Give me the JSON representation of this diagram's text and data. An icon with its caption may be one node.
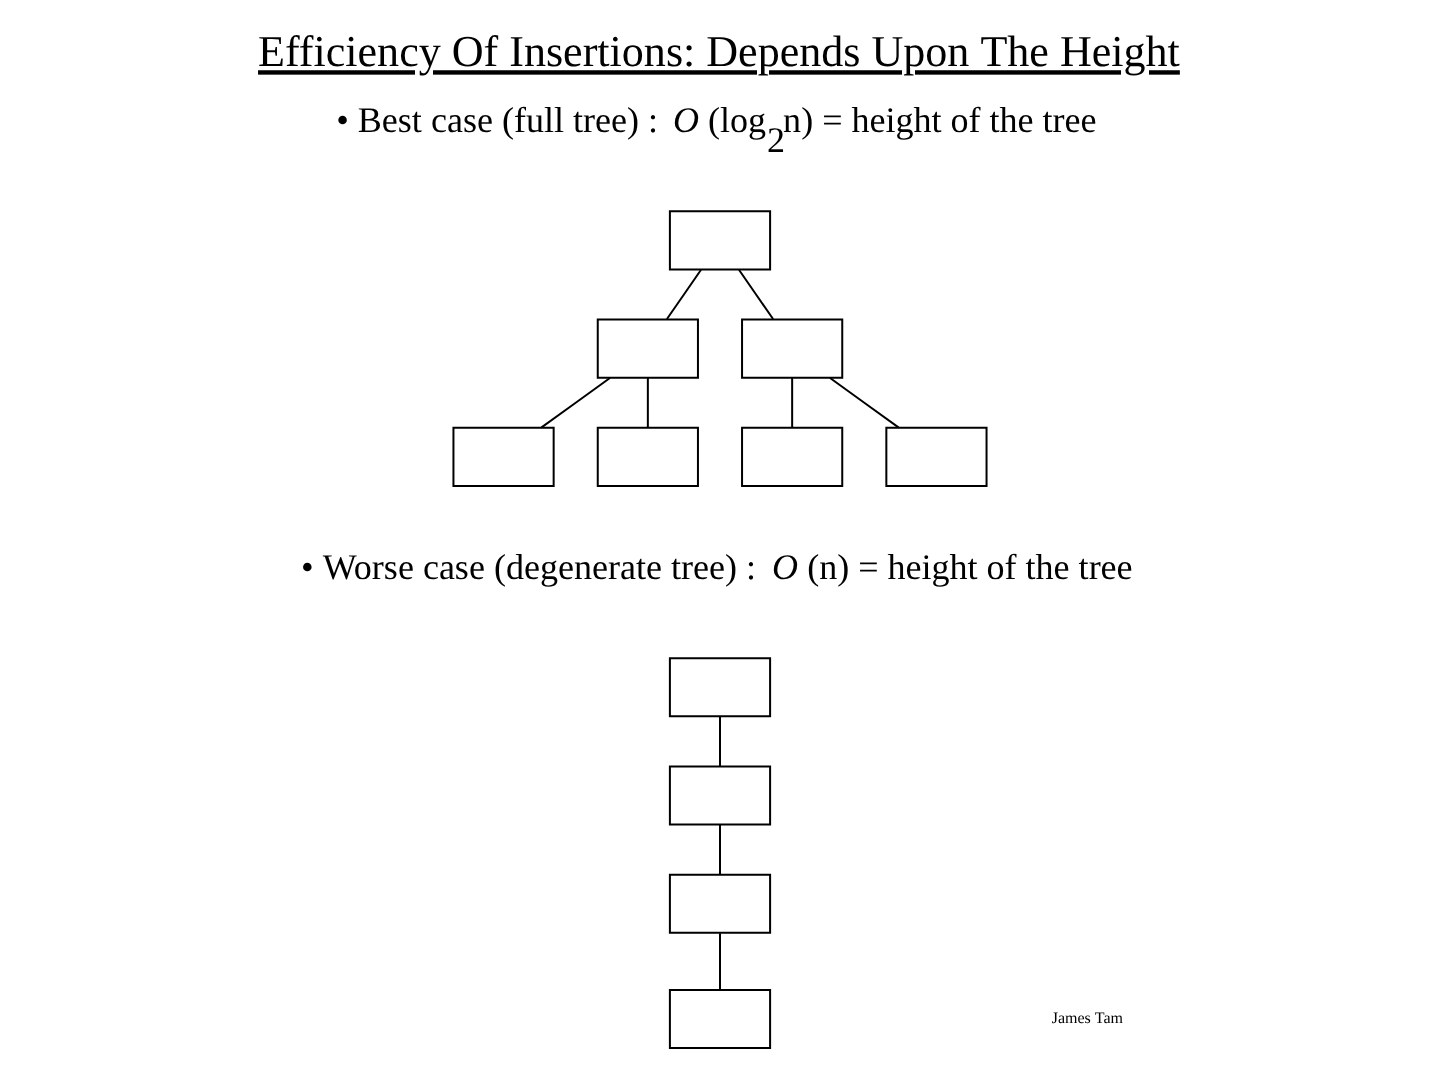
{
  "diagram": {
    "title": "Efficiency Of Insertions: Depends Upon The Height",
    "nodes": [
      {
        "text": [],
        "shape": "box"
      },
      {
        "text": [],
        "shape": "box"
      },
      {
        "text": [],
        "shape": "box"
      },
      {
        "text": [],
        "shape": "box"
      },
      {
        "text": [],
        "shape": "box"
      },
      {
        "text": [],
        "shape": "box"
      },
      {
        "text": [],
        "shape": "box"
      },
      {
        "text": [],
        "shape": "box"
      },
      {
        "text": [],
        "shape": "box"
      },
      {
        "text": [],
        "shape": "box"
      },
      {
        "text": [],
        "shape": "box"
      }
    ],
    "edges": [
      {
        "from": 0,
        "to": 1,
        "arrow": "none"
      },
      {
        "from": 0,
        "to": 2,
        "arrow": "none"
      },
      {
        "from": 1,
        "to": 3,
        "arrow": "none"
      },
      {
        "from": 1,
        "to": 4,
        "arrow": "none"
      },
      {
        "from": 2,
        "to": 5,
        "arrow": "none"
      },
      {
        "from": 2,
        "to": 6,
        "arrow": "none"
      },
      {
        "from": 7,
        "to": 8,
        "arrow": "none"
      },
      {
        "from": 8,
        "to": 9,
        "arrow": "none"
      },
      {
        "from": 9,
        "to": 10,
        "arrow": "none"
      }
    ],
    "labels": [
      "• Best case (full tree) : *O* (log$_{2}$n) = height of the tree",
      "• Worse case (degenerate tree) : *O* (n) = height of the tree",
      "James Tam"
    ]
  }
}
